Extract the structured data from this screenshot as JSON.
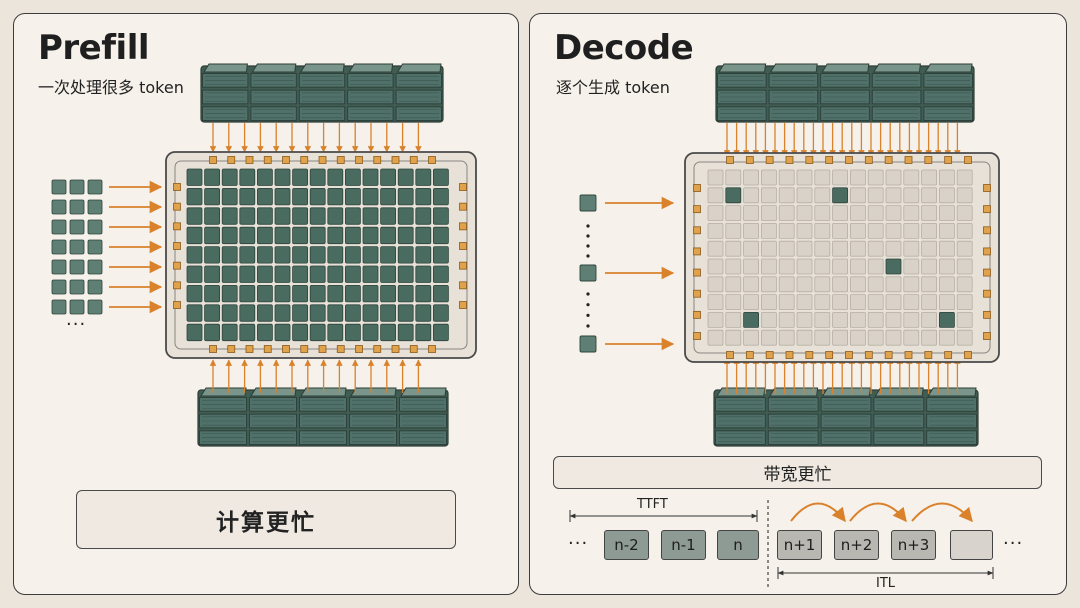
{
  "prefill": {
    "title": "Prefill",
    "subtitle": "一次处理很多 token",
    "compute_label": "计算更忙",
    "input_more": "···"
  },
  "decode": {
    "title": "Decode",
    "subtitle": "逐个生成 token",
    "bandwidth_label": "带宽更忙",
    "ttft_label": "TTFT",
    "itl_label": "ITL",
    "lead_ellipsis": "···",
    "trail_ellipsis": "···",
    "past_tokens": [
      "n-2",
      "n-1",
      "n"
    ],
    "future_tokens": [
      "n+1",
      "n+2",
      "n+3"
    ]
  },
  "colors": {
    "teal": "#4a6b60",
    "teal_light": "#5f7f74",
    "arrow_orange": "#d9822b",
    "pad_orange": "#e0a24b",
    "chip_frame": "#e7e1d8"
  }
}
